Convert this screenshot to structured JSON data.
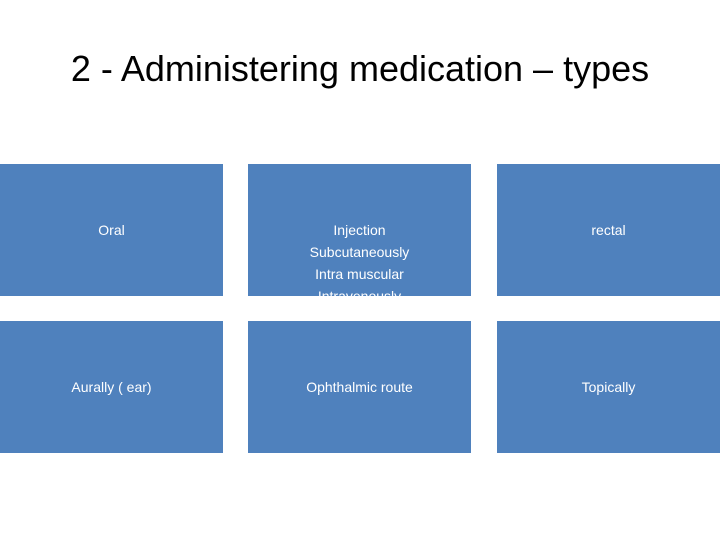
{
  "slide": {
    "title": "2 - Administering medication – types"
  },
  "tiles": [
    {
      "lines": [
        "Oral"
      ]
    },
    {
      "lines": [
        "Injection",
        "Subcutaneously",
        "Intra muscular",
        "Intravenously"
      ]
    },
    {
      "lines": [
        "rectal"
      ]
    },
    {
      "lines": [
        "Aurally ( ear)"
      ]
    },
    {
      "lines": [
        "Ophthalmic route"
      ]
    },
    {
      "lines": [
        "Topically"
      ]
    }
  ],
  "colors": {
    "tile_fill": "#4f81bd",
    "tile_text": "#ffffff",
    "title_text": "#000000"
  }
}
